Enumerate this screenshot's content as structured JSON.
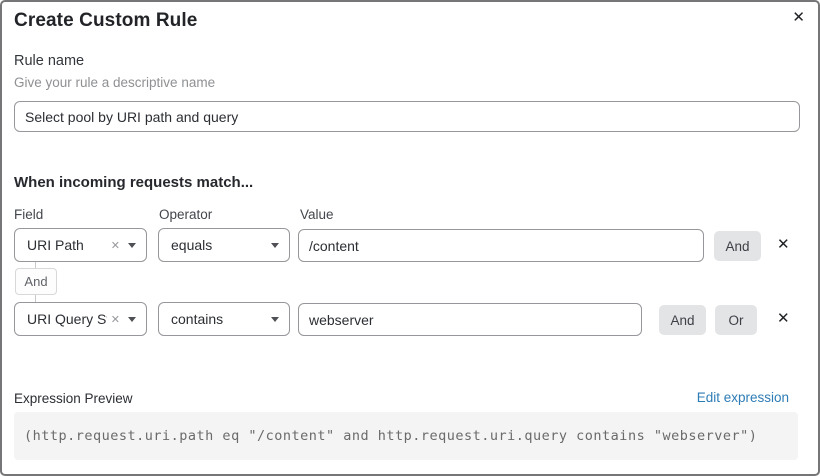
{
  "header": {
    "title": "Create Custom Rule",
    "close_icon": "✕"
  },
  "rule_name": {
    "label": "Rule name",
    "helper": "Give your rule a descriptive name",
    "value": "Select pool by URI path and query"
  },
  "match": {
    "heading": "When incoming requests match...",
    "columns": {
      "field": "Field",
      "operator": "Operator",
      "value": "Value"
    },
    "connector_label": "And",
    "rows": [
      {
        "field": "URI Path",
        "operator": "equals",
        "value": "/content",
        "buttons": [
          "And"
        ],
        "clear_icon": "✕",
        "delete_icon": "✕"
      },
      {
        "field": "URI Query St...",
        "operator": "contains",
        "value": "webserver",
        "buttons": [
          "And",
          "Or"
        ],
        "clear_icon": "✕",
        "delete_icon": "✕"
      }
    ]
  },
  "expression": {
    "label": "Expression Preview",
    "edit_link": "Edit expression",
    "code": "(http.request.uri.path eq \"/content\" and http.request.uri.query contains \"webserver\")"
  },
  "colors": {
    "link_blue": "#2e7cb5",
    "button_gray": "#e3e4e6",
    "code_background": "#f4f4f4",
    "border_gray": "#97979b"
  }
}
